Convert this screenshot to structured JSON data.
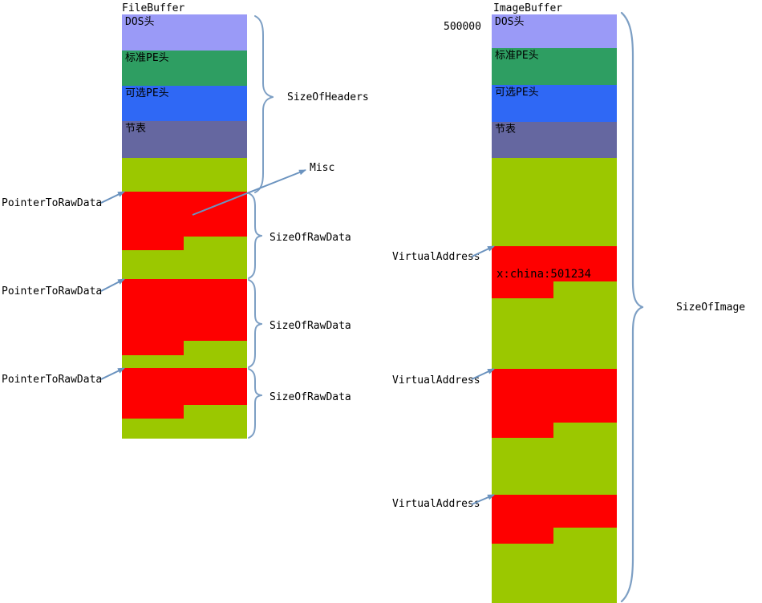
{
  "diagram": {
    "title_left": "FileBuffer",
    "title_right": "ImageBuffer",
    "palette": {
      "dos_header": "#9a9af7",
      "standard_pe_header": "#2e9e62",
      "optional_pe_header": "#2f68f5",
      "section_table": "#6567a0",
      "section_filler": "#9bc800",
      "section_data": "#fe0000",
      "brace": "#7d9fc4",
      "arrow": "#6b93bf",
      "text": "#000000",
      "background": "#ffffff"
    },
    "file_buffer": {
      "title": "FileBuffer",
      "blocks": [
        {
          "label": "DOS头",
          "color_key": "dos_header"
        },
        {
          "label": "标准PE头",
          "color_key": "standard_pe_header"
        },
        {
          "label": "可选PE头",
          "color_key": "optional_pe_header"
        },
        {
          "label": "节表",
          "color_key": "section_table"
        }
      ],
      "pointer_labels": [
        "PointerToRawData",
        "PointerToRawData",
        "PointerToRawData"
      ],
      "brace_labels": [
        "SizeOfHeaders",
        "SizeOfRawData",
        "SizeOfRawData",
        "SizeOfRawData"
      ]
    },
    "image_buffer": {
      "title": "ImageBuffer",
      "base_address": "500000",
      "blocks": [
        {
          "label": "DOS头",
          "color_key": "dos_header"
        },
        {
          "label": "标准PE头",
          "color_key": "standard_pe_header"
        },
        {
          "label": "可选PE头",
          "color_key": "optional_pe_header"
        },
        {
          "label": "节表",
          "color_key": "section_table"
        }
      ],
      "virtual_address_labels": [
        "VirtualAddress",
        "VirtualAddress",
        "VirtualAddress"
      ],
      "section_note": "x:china:501234",
      "brace_label": "SizeOfImage"
    },
    "annotations": {
      "misc": "Misc"
    }
  }
}
